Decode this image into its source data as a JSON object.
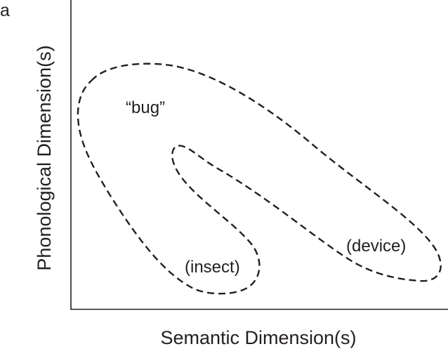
{
  "panel_label": "a",
  "x_axis_label": "Semantic Dimension(s)",
  "y_axis_label": "Phonological Dimension(s)",
  "word_label": "“bug”",
  "region_labels": {
    "insect": "(insect)",
    "device": "(device)"
  },
  "colors": {
    "ink": "#231f20",
    "background": "#ffffff"
  },
  "styles": {
    "region_outline": "dashed"
  }
}
